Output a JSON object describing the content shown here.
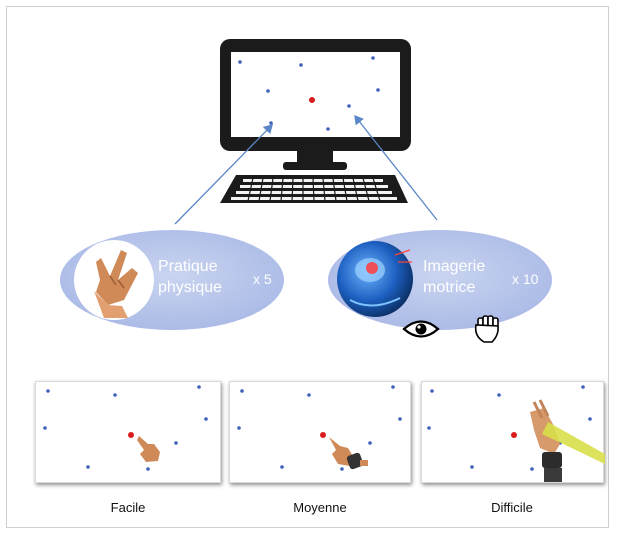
{
  "ellipses": [
    {
      "line1": "Pratique",
      "line2": "physique",
      "multiplier": "x 5",
      "icon": "hand-photo-icon"
    },
    {
      "line1": "Imagerie",
      "line2": "motrice",
      "multiplier": "x 10",
      "icon": "brain-head-photo-icon"
    }
  ],
  "imagery_icons": [
    "eye-icon",
    "fist-icon"
  ],
  "levels": [
    {
      "label": "Facile"
    },
    {
      "label": "Moyenne"
    },
    {
      "label": "Difficile"
    }
  ],
  "colors": {
    "target_dot": "#3f63b8",
    "center_dot": "#d81b1b",
    "ellipse": "#b3c2e8",
    "arrow": "#5b86c7",
    "monitor": "#1b1b1b"
  }
}
